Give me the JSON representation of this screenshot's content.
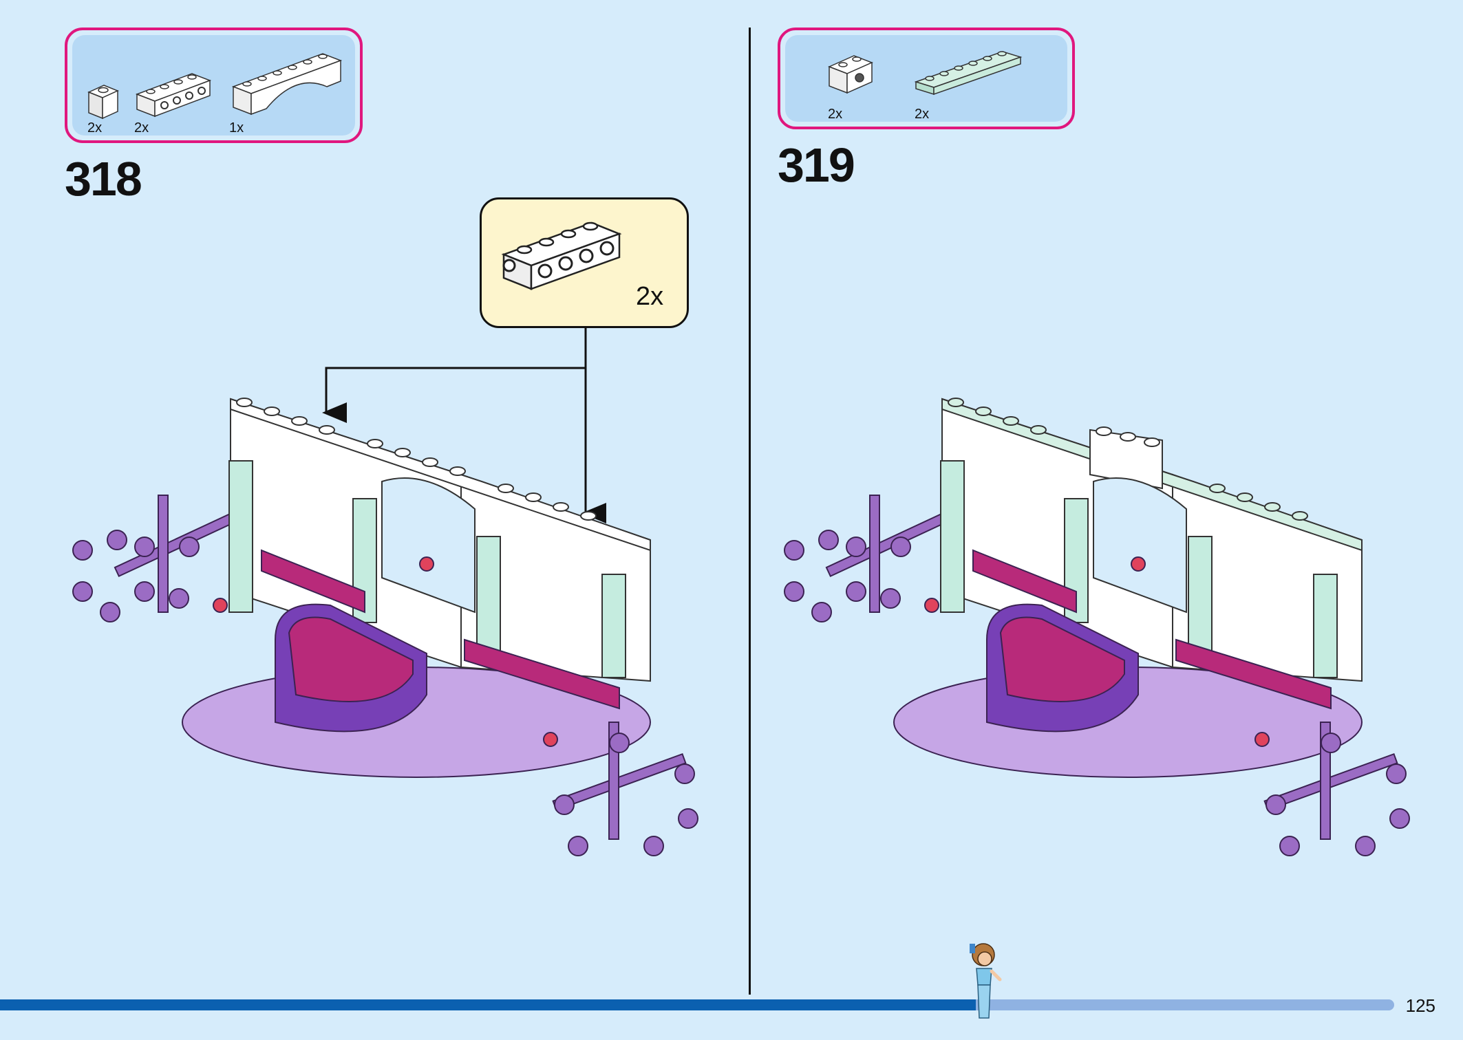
{
  "page_number": "125",
  "progress": 0.7,
  "colors": {
    "accent_border": "#e0177e",
    "page_background": "#d6ecfb",
    "parts_panel": "#b6d9f5",
    "callout_background": "#fdf5cd",
    "progress_fill": "#0b60b0",
    "progress_track": "#8fb2e2"
  },
  "steps": [
    {
      "number": "318",
      "parts": [
        {
          "qty": "2x",
          "icon": "white-1x1-brick-icon"
        },
        {
          "qty": "2x",
          "icon": "white-1x4-technic-brick-icon"
        },
        {
          "qty": "1x",
          "icon": "white-1x6-arch-icon"
        }
      ],
      "callout_qty": "2x",
      "callout_icon": "white-1x4-technic-brick-icon"
    },
    {
      "number": "319",
      "parts": [
        {
          "qty": "2x",
          "icon": "white-1x2-brick-with-hole-icon"
        },
        {
          "qty": "2x",
          "icon": "mint-1x6-plate-icon"
        }
      ]
    }
  ]
}
